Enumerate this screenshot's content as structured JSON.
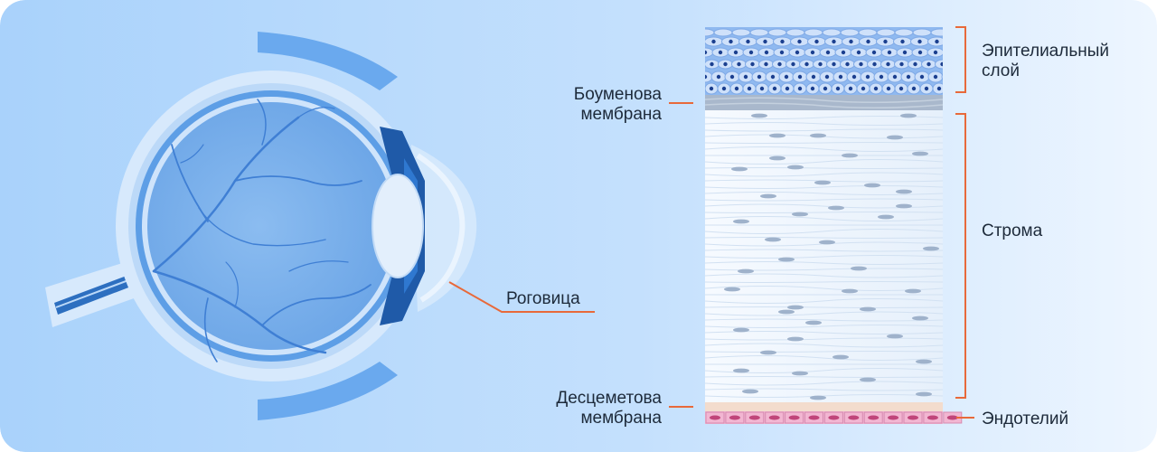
{
  "labels": {
    "epithelial_line1": "Эпителиальный",
    "epithelial_line2": "слой",
    "bowman_line1": "Боуменова",
    "bowman_line2": "мембрана",
    "stroma": "Строма",
    "descemet_line1": "Десцеметова",
    "descemet_line2": "мембрана",
    "endothelium": "Эндотелий",
    "cornea": "Роговица"
  },
  "colors": {
    "accent_line": "#e8693a",
    "background_left": "#a9d2fb",
    "background_right": "#eef6ff",
    "eye_dark": "#1f5aa8",
    "endothelium_cell": "#f2b6d2",
    "endothelium_nucleus": "#c0457a"
  }
}
